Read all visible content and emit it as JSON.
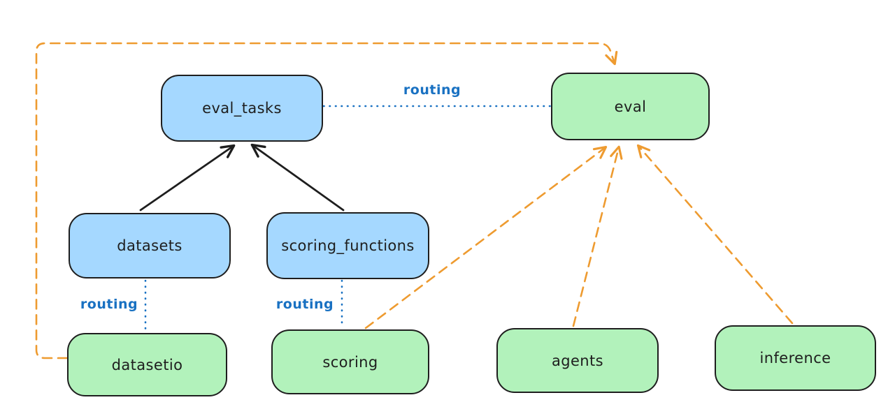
{
  "diagram": {
    "description": "Dependency / routing diagram between registries and APIs",
    "colors": {
      "registry_fill": "#a5d8ff",
      "api_fill": "#b2f2bb",
      "node_stroke": "#1e1e1e",
      "routing_line": "#1971c2",
      "dependency_line": "#ee9b30",
      "background": "#ffffff"
    },
    "nodes": [
      {
        "id": "eval_tasks",
        "label": "eval_tasks",
        "kind": "registry-blue"
      },
      {
        "id": "eval",
        "label": "eval",
        "kind": "api-green"
      },
      {
        "id": "datasets",
        "label": "datasets",
        "kind": "registry-blue"
      },
      {
        "id": "scoring_functions",
        "label": "scoring_functions",
        "kind": "registry-blue"
      },
      {
        "id": "datasetio",
        "label": "datasetio",
        "kind": "api-green"
      },
      {
        "id": "scoring",
        "label": "scoring",
        "kind": "api-green"
      },
      {
        "id": "agents",
        "label": "agents",
        "kind": "api-green"
      },
      {
        "id": "inference",
        "label": "inference",
        "kind": "api-green"
      }
    ],
    "edges": [
      {
        "from": "eval_tasks",
        "to": "eval",
        "style": "dotted",
        "color": "blue",
        "label": "routing"
      },
      {
        "from": "datasets",
        "to": "datasetio",
        "style": "dotted",
        "color": "blue",
        "label": "routing"
      },
      {
        "from": "scoring_functions",
        "to": "scoring",
        "style": "dotted",
        "color": "blue",
        "label": "routing"
      },
      {
        "from": "datasets",
        "to": "eval_tasks",
        "style": "solid",
        "color": "black",
        "arrow": true
      },
      {
        "from": "scoring_functions",
        "to": "eval_tasks",
        "style": "solid",
        "color": "black",
        "arrow": true
      },
      {
        "from": "datasetio",
        "to": "eval",
        "style": "dashed",
        "color": "orange",
        "arrow": true,
        "route": "around-left-and-top"
      },
      {
        "from": "scoring",
        "to": "eval",
        "style": "dashed",
        "color": "orange",
        "arrow": true
      },
      {
        "from": "agents",
        "to": "eval",
        "style": "dashed",
        "color": "orange",
        "arrow": true
      },
      {
        "from": "inference",
        "to": "eval",
        "style": "dashed",
        "color": "orange",
        "arrow": true
      }
    ]
  }
}
